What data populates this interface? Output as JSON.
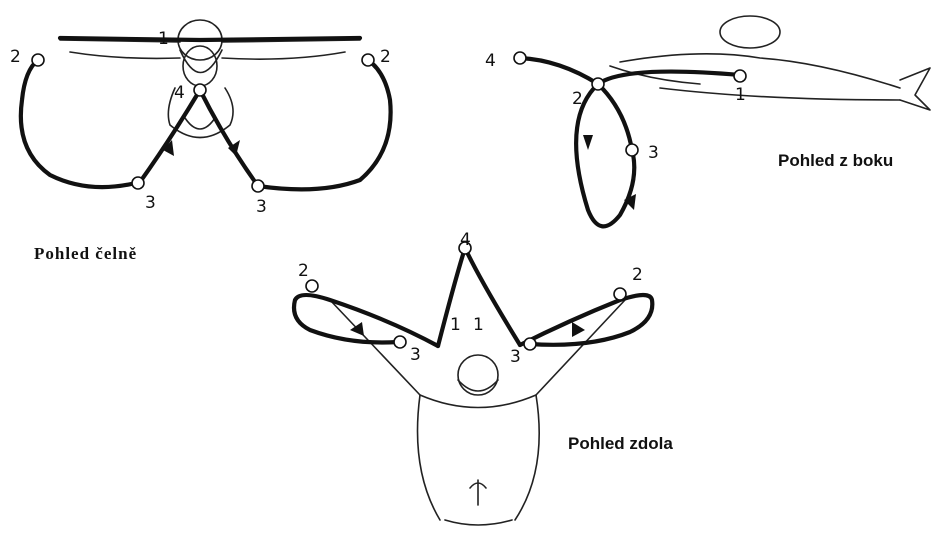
{
  "captions": {
    "front": "Pohled čelně",
    "side": "Pohled z boku",
    "bottom": "Pohled zdola"
  },
  "points": {
    "front": [
      "1",
      "2",
      "2",
      "4",
      "3",
      "3"
    ],
    "side": [
      "4",
      "2",
      "1",
      "3"
    ],
    "bottom": [
      "4",
      "2",
      "2",
      "1",
      "1",
      "3",
      "3"
    ]
  },
  "colors": {
    "ink": "#111111",
    "paper": "#ffffff"
  },
  "icons": [
    "swimmer-front-figure",
    "swimmer-side-figure",
    "swimmer-bottom-figure"
  ]
}
